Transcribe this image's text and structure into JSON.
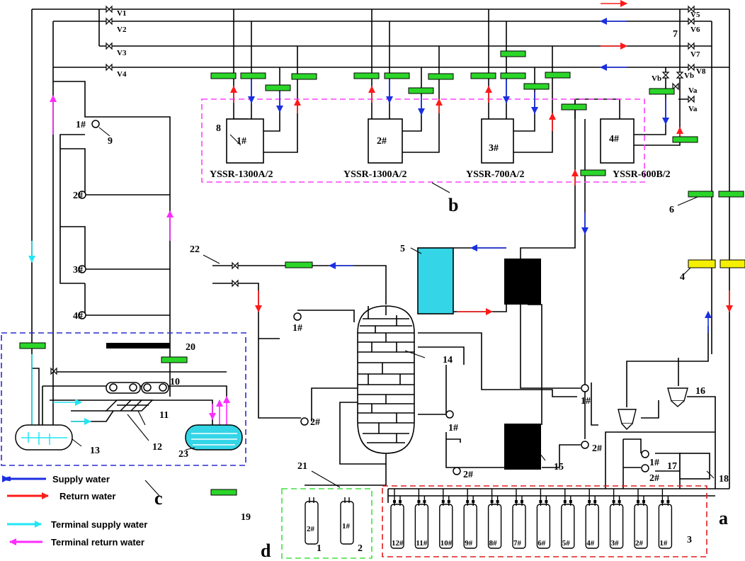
{
  "valves": {
    "v1": "V1",
    "v2": "V2",
    "v3": "V3",
    "v4": "V4",
    "v5": "V5",
    "v6": "V6",
    "v7": "V7",
    "v8": "V8",
    "vb": "Vb",
    "va": "Va"
  },
  "heat_pumps": [
    {
      "id": "1#",
      "model": "YSSR-1300A/2"
    },
    {
      "id": "2#",
      "model": "YSSR-1300A/2"
    },
    {
      "id": "3#",
      "model": "YSSR-700A/2"
    },
    {
      "id": "4#",
      "model": "YSSR-600B/2"
    }
  ],
  "terminal_pumps": [
    "1#",
    "2#",
    "3#",
    "4#"
  ],
  "tank_pumps": [
    "1#",
    "2#"
  ],
  "mid_pumps": [
    "1#",
    "2#"
  ],
  "hx_pumps": [
    "1#",
    "2#"
  ],
  "pumps_17": [
    "1#",
    "2#"
  ],
  "wells": [
    "12#",
    "11#",
    "10#",
    "9#",
    "8#",
    "7#",
    "6#",
    "5#",
    "4#",
    "3#",
    "2#",
    "1#"
  ],
  "wells_d": [
    "2#",
    "1#"
  ],
  "numbers": [
    "1",
    "2",
    "3",
    "4",
    "5",
    "6",
    "7",
    "8",
    "9",
    "10",
    "11",
    "12",
    "13",
    "14",
    "15",
    "16",
    "17",
    "18",
    "19",
    "20",
    "21",
    "22",
    "23"
  ],
  "regions": {
    "a": "a",
    "b": "b",
    "c": "c",
    "d": "d"
  },
  "legend": {
    "supply": "Supply water",
    "return": "Return water",
    "terminal_supply": "Terminal supply water",
    "terminal_return": "Terminal return water"
  },
  "colors": {
    "supply": "#1a2fe0",
    "return": "#ff1a1a",
    "terminal_supply": "#21e7f5",
    "terminal_return": "#ff2bff",
    "meter": "#2bd629",
    "meter_yellow": "#f5f000",
    "region_a": "#e31c1c",
    "region_b": "#ff40ff",
    "region_c": "#2b2bd0",
    "region_d": "#40e040",
    "tank": "#33d5e6"
  }
}
